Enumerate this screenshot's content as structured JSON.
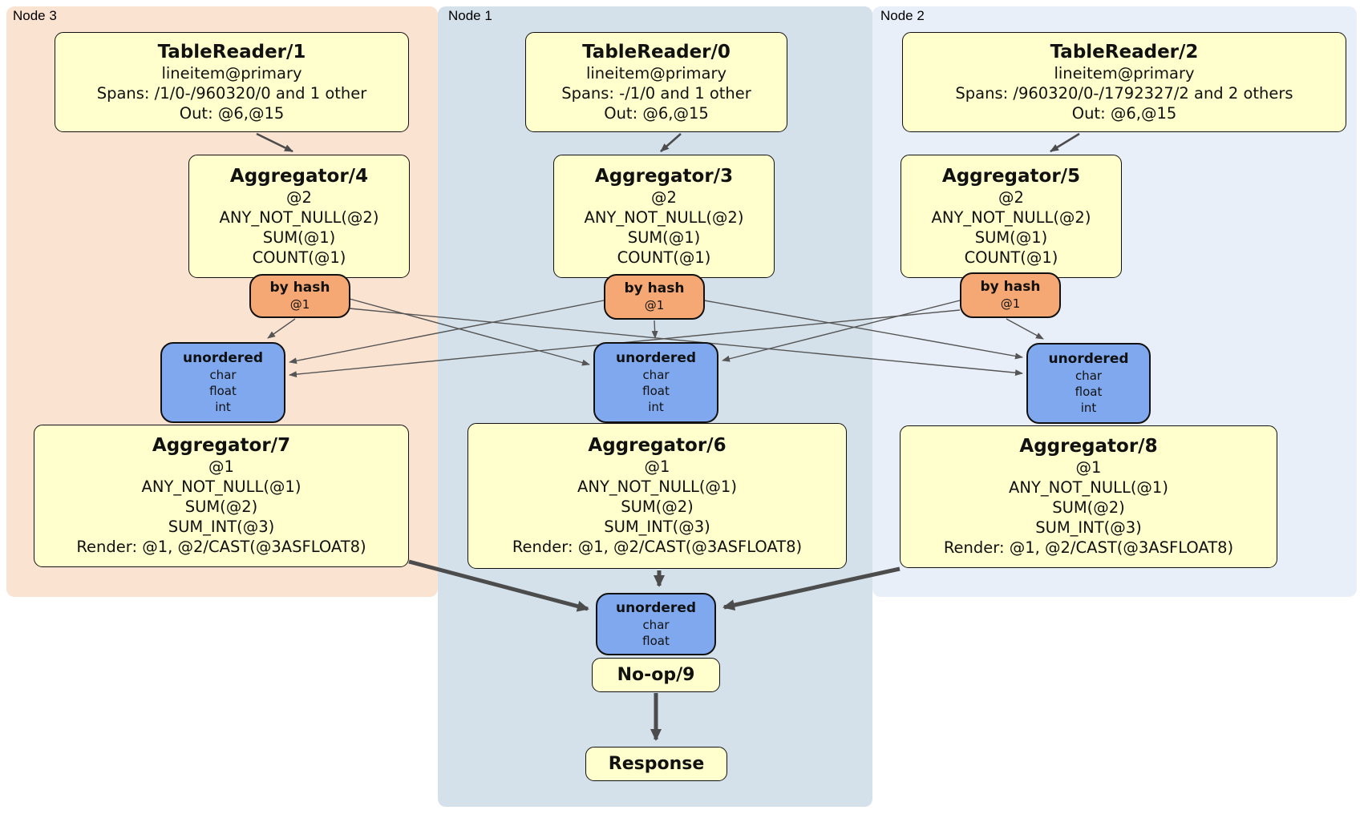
{
  "colors": {
    "node3_panel": "#fbe3d2",
    "node1_panel": "#d4e1ea",
    "node2_panel": "#e9eff8",
    "processor_fill": "#ffffcd",
    "router_fill": "#f5a874",
    "sync_fill": "#7fa8ee",
    "edge": "#4c4c4c"
  },
  "node3": {
    "label": "Node 3",
    "table_reader": {
      "title": "TableReader/1",
      "lines": [
        "lineitem@primary",
        "Spans: /1/0-/960320/0 and 1 other",
        "Out: @6,@15"
      ]
    },
    "aggregator_top": {
      "title": "Aggregator/4",
      "lines": [
        "@2",
        "ANY_NOT_NULL(@2)",
        "SUM(@1)",
        "COUNT(@1)"
      ]
    },
    "hash_router": {
      "title": "by hash",
      "lines": [
        "@1"
      ]
    },
    "sync": {
      "title": "unordered",
      "lines": [
        "char",
        "float",
        "int"
      ]
    },
    "aggregator_final": {
      "title": "Aggregator/7",
      "lines": [
        "@1",
        "ANY_NOT_NULL(@1)",
        "SUM(@2)",
        "SUM_INT(@3)",
        "Render: @1, @2/CAST(@3ASFLOAT8)"
      ]
    }
  },
  "node1": {
    "label": "Node 1",
    "table_reader": {
      "title": "TableReader/0",
      "lines": [
        "lineitem@primary",
        "Spans: -/1/0 and 1 other",
        "Out: @6,@15"
      ]
    },
    "aggregator_top": {
      "title": "Aggregator/3",
      "lines": [
        "@2",
        "ANY_NOT_NULL(@2)",
        "SUM(@1)",
        "COUNT(@1)"
      ]
    },
    "hash_router": {
      "title": "by hash",
      "lines": [
        "@1"
      ]
    },
    "sync": {
      "title": "unordered",
      "lines": [
        "char",
        "float",
        "int"
      ]
    },
    "aggregator_final": {
      "title": "Aggregator/6",
      "lines": [
        "@1",
        "ANY_NOT_NULL(@1)",
        "SUM(@2)",
        "SUM_INT(@3)",
        "Render: @1, @2/CAST(@3ASFLOAT8)"
      ]
    },
    "final_sync": {
      "title": "unordered",
      "lines": [
        "char",
        "float"
      ]
    },
    "noop": {
      "title": "No-op/9"
    },
    "response": {
      "title": "Response"
    }
  },
  "node2": {
    "label": "Node 2",
    "table_reader": {
      "title": "TableReader/2",
      "lines": [
        "lineitem@primary",
        "Spans: /960320/0-/1792327/2 and 2 others",
        "Out: @6,@15"
      ]
    },
    "aggregator_top": {
      "title": "Aggregator/5",
      "lines": [
        "@2",
        "ANY_NOT_NULL(@2)",
        "SUM(@1)",
        "COUNT(@1)"
      ]
    },
    "hash_router": {
      "title": "by hash",
      "lines": [
        "@1"
      ]
    },
    "sync": {
      "title": "unordered",
      "lines": [
        "char",
        "float",
        "int"
      ]
    },
    "aggregator_final": {
      "title": "Aggregator/8",
      "lines": [
        "@1",
        "ANY_NOT_NULL(@1)",
        "SUM(@2)",
        "SUM_INT(@3)",
        "Render: @1, @2/CAST(@3ASFLOAT8)"
      ]
    }
  }
}
